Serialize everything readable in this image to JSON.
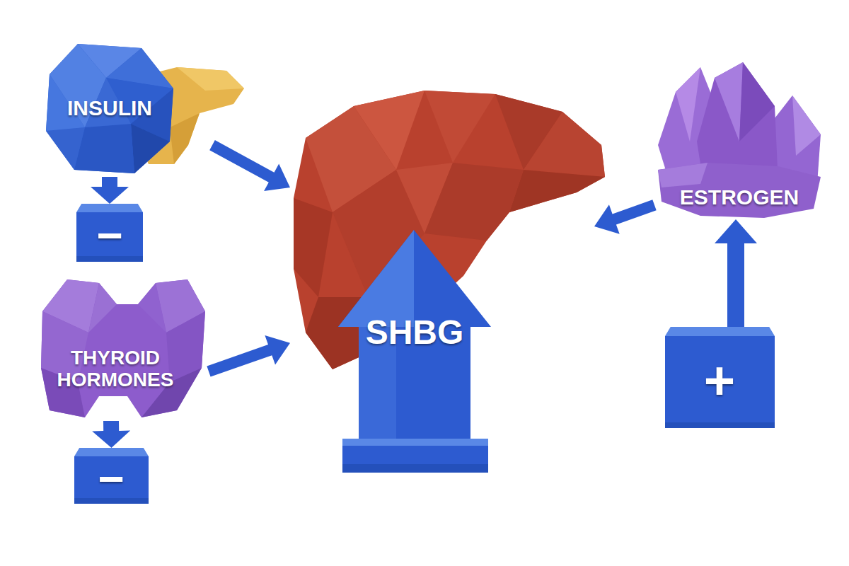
{
  "diagram": {
    "nodes": [
      {
        "text": [
          "INSULIN"
        ]
      },
      {
        "text": [
          "−"
        ]
      },
      {
        "text": [
          "THYROID HORMONES"
        ]
      },
      {
        "text": [
          "−"
        ]
      },
      {
        "text": [
          "SHBG"
        ]
      },
      {
        "text": [
          "ESTROGEN"
        ]
      },
      {
        "text": [
          "+"
        ]
      }
    ],
    "edges": [
      {
        "from": 0,
        "to": 1,
        "arrow": "to"
      },
      {
        "from": 2,
        "to": 3,
        "arrow": "to"
      },
      {
        "from": 0,
        "to": 4,
        "arrow": "to"
      },
      {
        "from": 2,
        "to": 4,
        "arrow": "to"
      },
      {
        "from": 5,
        "to": 4,
        "arrow": "to"
      },
      {
        "from": 6,
        "to": 5,
        "arrow": "to"
      }
    ]
  }
}
